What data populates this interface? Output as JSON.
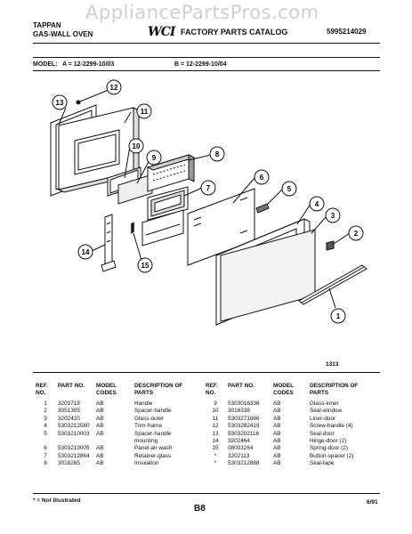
{
  "watermark": "AppliancePartsPros.com",
  "header": {
    "brand": "TAPPAN",
    "product": "GAS-WALL OVEN",
    "logo": "WCI",
    "catalog": "FACTORY PARTS CATALOG",
    "doc_number": "5995214029"
  },
  "models": {
    "label": "MODEL:",
    "a": "A = 12-2299-10/03",
    "b": "B = 12-2299-10/04"
  },
  "diagram": {
    "callouts": [
      "1",
      "2",
      "3",
      "4",
      "5",
      "6",
      "7",
      "8",
      "9",
      "10",
      "11",
      "12",
      "13",
      "14",
      "15"
    ],
    "figure_number": "1313"
  },
  "table": {
    "headers": [
      "REF. NO.",
      "PART NO.",
      "MODEL CODES",
      "DESCRIPTION OF PARTS"
    ],
    "left": [
      {
        "ref": "1",
        "part": "3203718",
        "code": "AB",
        "desc": "Handle"
      },
      {
        "ref": "2",
        "part": "3051305",
        "code": "AB",
        "desc": "Spacer-handle"
      },
      {
        "ref": "3",
        "part": "3202420",
        "code": "AB",
        "desc": "Glass-outer"
      },
      {
        "ref": "4",
        "part": "5303212580",
        "code": "AB",
        "desc": "Trim-frame"
      },
      {
        "ref": "5",
        "part": "5303210003",
        "code": "AB",
        "desc": "Spacer-handle"
      },
      {
        "ref": "",
        "part": "",
        "code": "",
        "desc": "mounting"
      },
      {
        "ref": "6",
        "part": "5303210005",
        "code": "AB",
        "desc": "Panel-air wash"
      },
      {
        "ref": "7",
        "part": "5303212864",
        "code": "AB",
        "desc": "Retainer-glass"
      },
      {
        "ref": "8",
        "part": "3018265",
        "code": "AB",
        "desc": "Insulation"
      }
    ],
    "right": [
      {
        "ref": "9",
        "part": "5303016336",
        "code": "AB",
        "desc": "Glass-inner"
      },
      {
        "ref": "10",
        "part": "3016338",
        "code": "AB",
        "desc": "Seal-window"
      },
      {
        "ref": "11",
        "part": "5303271866",
        "code": "AB",
        "desc": "Liner-door"
      },
      {
        "ref": "12",
        "part": "5303282419",
        "code": "AB",
        "desc": "Screw-handle (4)"
      },
      {
        "ref": "13",
        "part": "5303202116",
        "code": "AB",
        "desc": "Seal-door"
      },
      {
        "ref": "14",
        "part": "3202464",
        "code": "AB",
        "desc": "Hinge-door (2)"
      },
      {
        "ref": "15",
        "part": "08003264",
        "code": "AB",
        "desc": "Spring-door (2)"
      },
      {
        "ref": "*",
        "part": "3202113",
        "code": "AB",
        "desc": "Button-spacer (2)"
      },
      {
        "ref": "*",
        "part": "5303212888",
        "code": "AB",
        "desc": "Seal-tape"
      }
    ]
  },
  "footer": {
    "note": "* = Not Illustrated",
    "page": "B8",
    "date": "6/91"
  }
}
